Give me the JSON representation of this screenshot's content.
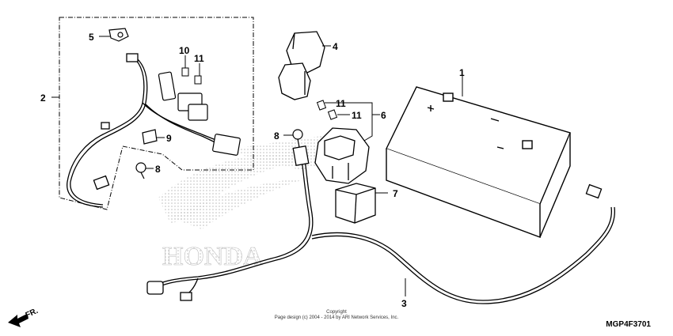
{
  "diagram": {
    "callouts": [
      {
        "id": "c1",
        "label": "1"
      },
      {
        "id": "c2",
        "label": "2"
      },
      {
        "id": "c3",
        "label": "3"
      },
      {
        "id": "c4",
        "label": "4"
      },
      {
        "id": "c5",
        "label": "5"
      },
      {
        "id": "c6",
        "label": "6"
      },
      {
        "id": "c7",
        "label": "7"
      },
      {
        "id": "c8a",
        "label": "8"
      },
      {
        "id": "c8b",
        "label": "8"
      },
      {
        "id": "c9",
        "label": "9"
      },
      {
        "id": "c10",
        "label": "10"
      },
      {
        "id": "c11a",
        "label": "11"
      },
      {
        "id": "c11b",
        "label": "11"
      },
      {
        "id": "c11c",
        "label": "11"
      }
    ],
    "watermark_brand": "HONDA",
    "copyright_line1": "Copyright",
    "copyright_line2": "Page design (c) 2004 - 2014 by ARI Network Services, Inc.",
    "diagram_code": "MGP4F3701",
    "front_label": "FR."
  },
  "colors": {
    "line": "#000000",
    "watermark": "#c8c8c8"
  }
}
